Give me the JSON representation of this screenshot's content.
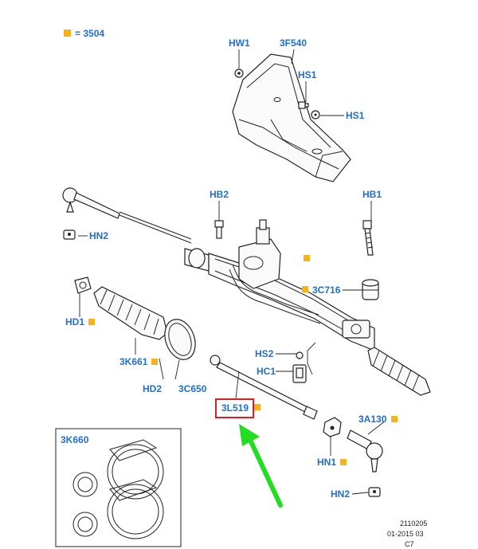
{
  "legend": {
    "symbol_color": "#f7b21b",
    "text": "= 3504"
  },
  "labels": {
    "hw1": "HW1",
    "f540": "3F540",
    "hs1_a": "HS1",
    "hs1_b": "HS1",
    "hb2": "HB2",
    "hb1": "HB1",
    "hn2_left": "HN2",
    "c716": "3C716",
    "hd1": "HD1",
    "k661": "3K661",
    "hs2": "HS2",
    "hc1": "HC1",
    "hd2": "HD2",
    "c650": "3C650",
    "l519": "3L519",
    "a130": "3A130",
    "hn1": "HN1",
    "hn2_right": "HN2",
    "k660": "3K660"
  },
  "footer": {
    "line1": "2110205",
    "line2": "01-2015 03",
    "line3": "C7"
  },
  "colors": {
    "label": "#1f6fd1",
    "highlight_box": "#e02020",
    "arrow": "#22dd22",
    "marker": "#f7b21b"
  }
}
